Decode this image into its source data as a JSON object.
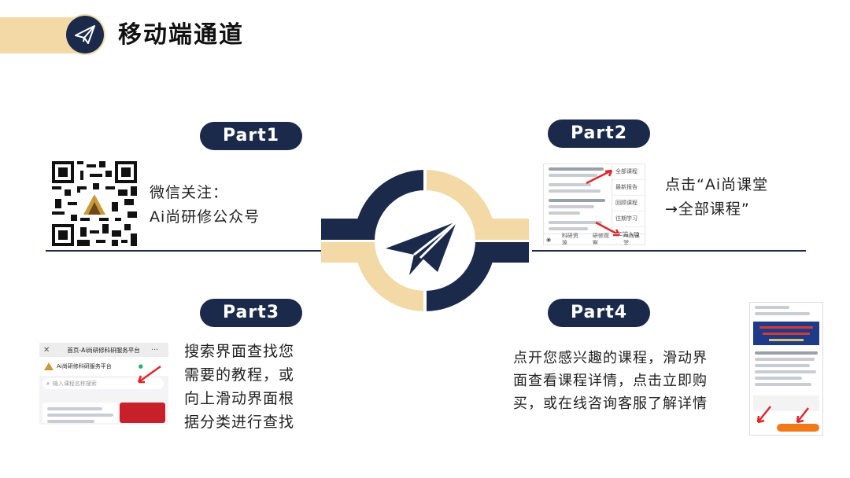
{
  "header": {
    "title": "移动端通道"
  },
  "parts": [
    {
      "label": "Part1",
      "text_lines": [
        "微信关注：",
        "Ai尚研修公众号"
      ]
    },
    {
      "label": "Part2",
      "text_lines": [
        "点击“Ai尚课堂",
        "→全部课程”"
      ]
    },
    {
      "label": "Part3",
      "text_lines": [
        "搜索界面查找您",
        "需要的教程，或",
        "向上滑动界面根",
        "据分类进行查找"
      ]
    },
    {
      "label": "Part4",
      "text_lines": [
        "点开您感兴趣的课程，滑动界",
        "面查看课程详情，点击立即购",
        "买，或在线咨询客服了解详情"
      ]
    }
  ],
  "part2_shot": {
    "menu": [
      "全部课程",
      "最新报告",
      "回顾课程",
      "往期学习",
      "PC端入口"
    ],
    "tabs": [
      "科研资源",
      "研修观察",
      "Ai尚课堂"
    ]
  },
  "part3_shot": {
    "nav_title": "首页-Ai尚研修科研服务平台",
    "brand": "Ai尚研修科研服务平台",
    "search_placeholder": "输入课程名称搜索"
  },
  "colors": {
    "navy": "#1b2a4a",
    "gold": "#f2d9a6",
    "red": "#e0262b",
    "orange": "#f07a1a"
  }
}
